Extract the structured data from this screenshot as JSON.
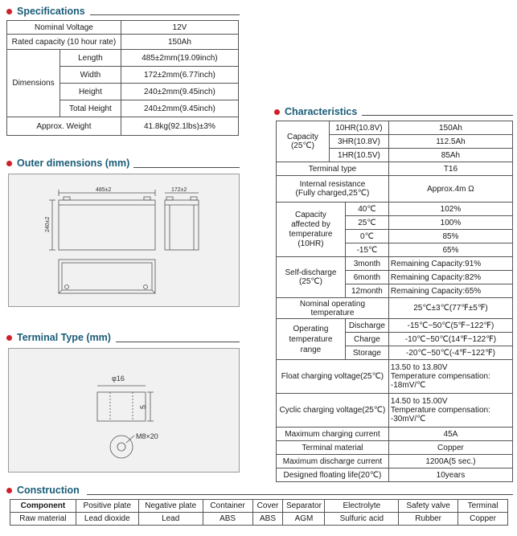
{
  "specifications": {
    "title": "Specifications",
    "nominal_voltage": {
      "label": "Nominal Voltage",
      "value": "12V"
    },
    "rated_capacity": {
      "label": "Rated capacity (10 hour rate)",
      "value": "150Ah"
    },
    "dimensions_label": "Dimensions",
    "dimensions": [
      {
        "label": "Length",
        "value": "485±2mm(19.09inch)"
      },
      {
        "label": "Width",
        "value": "172±2mm(6.77inch)"
      },
      {
        "label": "Height",
        "value": "240±2mm(9.45inch)"
      },
      {
        "label": "Total Height",
        "value": "240±2mm(9.45inch)"
      }
    ],
    "weight": {
      "label": "Approx. Weight",
      "value": "41.8kg(92.1lbs)±3%"
    }
  },
  "outer_dimensions": {
    "title": "Outer dimensions  (mm)",
    "length_mark": "485±2",
    "width_mark": "172±2",
    "height_mark": "240±2"
  },
  "terminal_type": {
    "title": "Terminal Type (mm)",
    "diameter_mark": "φ16",
    "height_mark": "5",
    "bolt_mark": "M8×20"
  },
  "characteristics": {
    "title": "Characteristics",
    "capacity_label": "Capacity\n(25℃)",
    "capacity": [
      {
        "rate": "10HR(10.8V)",
        "value": "150Ah"
      },
      {
        "rate": "3HR(10.8V)",
        "value": "112.5Ah"
      },
      {
        "rate": "1HR(10.5V)",
        "value": "85Ah"
      }
    ],
    "terminal_type": {
      "label": "Terminal type",
      "value": "T16"
    },
    "internal_resistance": {
      "label": "Internal resistance\n(Fully charged,25℃)",
      "value": "Approx.4m Ω"
    },
    "temp_label": "Capacity\naffected by\ntemperature\n(10HR)",
    "temp_rows": [
      {
        "temp": "40℃",
        "value": "102%"
      },
      {
        "temp": "25℃",
        "value": "100%"
      },
      {
        "temp": "0℃",
        "value": "85%"
      },
      {
        "temp": "-15℃",
        "value": "65%"
      }
    ],
    "self_discharge_label": "Self-discharge\n(25℃)",
    "self_discharge": [
      {
        "period": "3month",
        "value": "Remaining Capacity:91%"
      },
      {
        "period": "6month",
        "value": "Remaining Capacity:82%"
      },
      {
        "period": "12month",
        "value": "Remaining Capacity:65%"
      }
    ],
    "nominal_operating_temp": {
      "label": "Nominal operating\ntemperature",
      "value": "25℃±3℃(77℉±5℉)"
    },
    "operating_range_label": "Operating\ntemperature\nrange",
    "operating_range": [
      {
        "mode": "Discharge",
        "value": "-15℃~50℃(5℉~122℉)"
      },
      {
        "mode": "Charge",
        "value": "-10℃~50℃(14℉~122℉)"
      },
      {
        "mode": "Storage",
        "value": "-20℃~50℃(-4℉~122℉)"
      }
    ],
    "float_voltage": {
      "label": "Float charging voltage(25℃)",
      "value": "13.50 to 13.80V\nTemperature compensation:\n-18mV/℃"
    },
    "cyclic_voltage": {
      "label": "Cyclic charging voltage(25℃)",
      "value": "14.50 to 15.00V\nTemperature compensation:\n-30mV/℃"
    },
    "max_charging_current": {
      "label": "Maximum charging current",
      "value": "45A"
    },
    "terminal_material": {
      "label": "Terminal material",
      "value": "Copper"
    },
    "max_discharge_current": {
      "label": "Maximum discharge current",
      "value": "1200A(5 sec.)"
    },
    "design_life": {
      "label": "Designed floating life(20℃)",
      "value": "10years"
    }
  },
  "construction": {
    "title": "Construction",
    "headers": [
      "Component",
      "Positive plate",
      "Negative plate",
      "Container",
      "Cover",
      "Separator",
      "Electrolyte",
      "Safety valve",
      "Terminal"
    ],
    "values": [
      "Raw material",
      "Lead dioxide",
      "Lead",
      "ABS",
      "ABS",
      "AGM",
      "Sulfuric acid",
      "Rubber",
      "Copper"
    ]
  }
}
